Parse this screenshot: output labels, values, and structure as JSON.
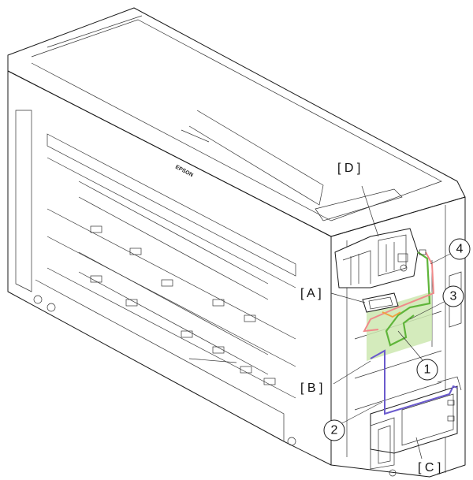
{
  "brand_text": "EPSON",
  "labels": {
    "A": "[ A ]",
    "B": "[ B ]",
    "C": "[ C ]",
    "D": "[ D ]"
  },
  "callouts": {
    "c1": "1",
    "c2": "2",
    "c3": "3",
    "c4": "4"
  },
  "colors": {
    "cable_1": "#5fb53a",
    "cable_2": "#6a5acd",
    "cable_3": "#f08a8a",
    "cable_4": "#e87aa0",
    "orange_cable": "#f0a040",
    "highlight_area": "#cde8b0"
  }
}
